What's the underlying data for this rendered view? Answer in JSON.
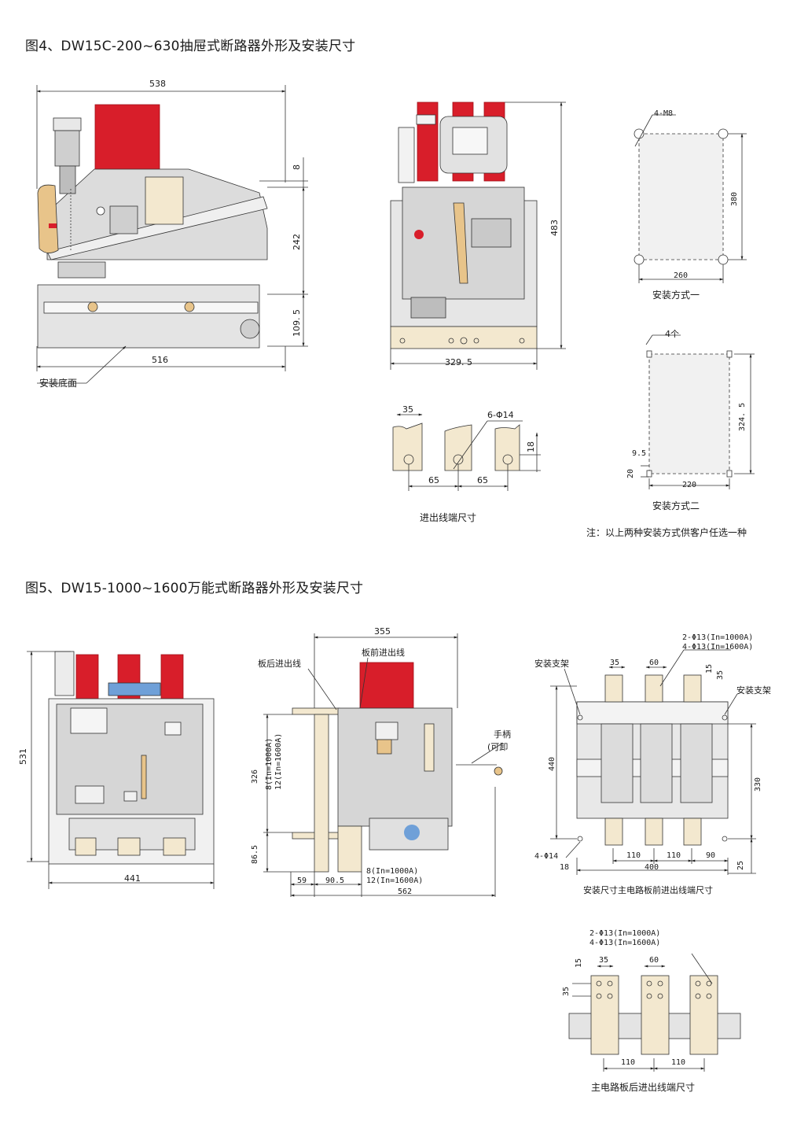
{
  "fig4": {
    "title": "图4、DW15C-200~630抽屉式断路器外形及安装尺寸",
    "dims": {
      "width_top": "538",
      "width_bottom": "516",
      "h8": "8",
      "h242": "242",
      "h109": "109. 5",
      "base_label": "安装底面",
      "front_h": "483",
      "front_w": "329. 5"
    },
    "terminal": {
      "d35": "35",
      "holes": "6-Φ14",
      "d18": "18",
      "d65a": "65",
      "d65b": "65",
      "caption": "进出线端尺寸"
    },
    "mount1": {
      "holes": "4-M8",
      "h": "380",
      "w": "260",
      "caption": "安装方式一"
    },
    "mount2": {
      "holes": "4个",
      "h": "324. 5",
      "w": "220",
      "d95": "9.5",
      "d20": "20",
      "caption": "安装方式二"
    },
    "note": "注：以上两种安装方式供客户任选一种"
  },
  "fig5": {
    "title": "图5、DW15-1000~1600万能式断路器外形及安装尺寸",
    "front": {
      "h": "531",
      "w": "441"
    },
    "side": {
      "w355": "355",
      "rear_label": "板后进出线",
      "front_label": "板前进出线",
      "handle_label_1": "手柄",
      "handle_label_2": "(可卸",
      "h326": "326",
      "rating1": "8(In=1000A)",
      "rating2": "12(In=1600A)",
      "h865": "86.5",
      "d59": "59",
      "d905": "90.5",
      "bottom_rating1": "8(In=1000A)",
      "bottom_rating2": "12(In=1600A)",
      "w562": "562"
    },
    "mounting": {
      "holes1": "2-Φ13(In=1000A)",
      "holes2": "4-Φ13(In=1600A)",
      "bracket_left": "安装支架",
      "bracket_right": "安装支架",
      "d35": "35",
      "d60": "60",
      "d15": "15",
      "d35b": "35",
      "h440": "440",
      "h330": "330",
      "holes4": "4-Φ14",
      "d110a": "110",
      "d110b": "110",
      "d90": "90",
      "d18": "18",
      "w400": "400",
      "d25": "25",
      "caption": "安装尺寸主电路板前进出线端尺寸"
    },
    "rear": {
      "holes1": "2-Φ13(In=1000A)",
      "holes2": "4-Φ13(In=1600A)",
      "d15": "15",
      "d35": "35",
      "d60": "60",
      "d35v": "35",
      "d110a": "110",
      "d110b": "110",
      "caption": "主电路板后进出线端尺寸"
    }
  },
  "colors": {
    "red": "#d81e2a",
    "grey": "#d9d9d9",
    "cream": "#f3e8cf",
    "tan": "#e8c48a",
    "blue": "#6fa0d8"
  }
}
